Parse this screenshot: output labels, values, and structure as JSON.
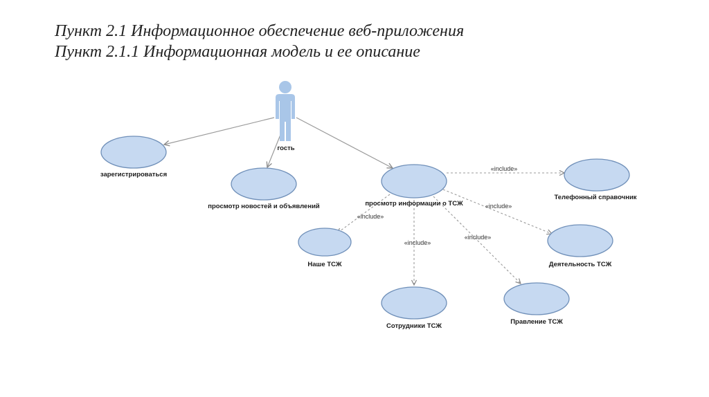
{
  "title": {
    "line1": "Пункт 2.1 Информационное обеспечение веб-приложения",
    "line2": "Пункт 2.1.1 Информационная модель и ее описание"
  },
  "diagram": {
    "actor": {
      "label": "гость",
      "icon": "person-icon"
    },
    "use_cases": {
      "register": "зарегистрироваться",
      "news": "просмотр новостей и объявлений",
      "info": "просмотр информации о  ТСЖ",
      "phonebook": "Телефонный справочник",
      "activity": "Деятельность ТСЖ",
      "our": "Наше ТСЖ",
      "staff": "Сотрудники ТСЖ",
      "board": "Правление ТСЖ"
    },
    "include_label": "«include»"
  },
  "colors": {
    "use_case_fill": "#c6d9f1",
    "use_case_stroke": "#6f8fb8",
    "actor": "#a9c6e8",
    "connector": "#9a9a9a"
  }
}
